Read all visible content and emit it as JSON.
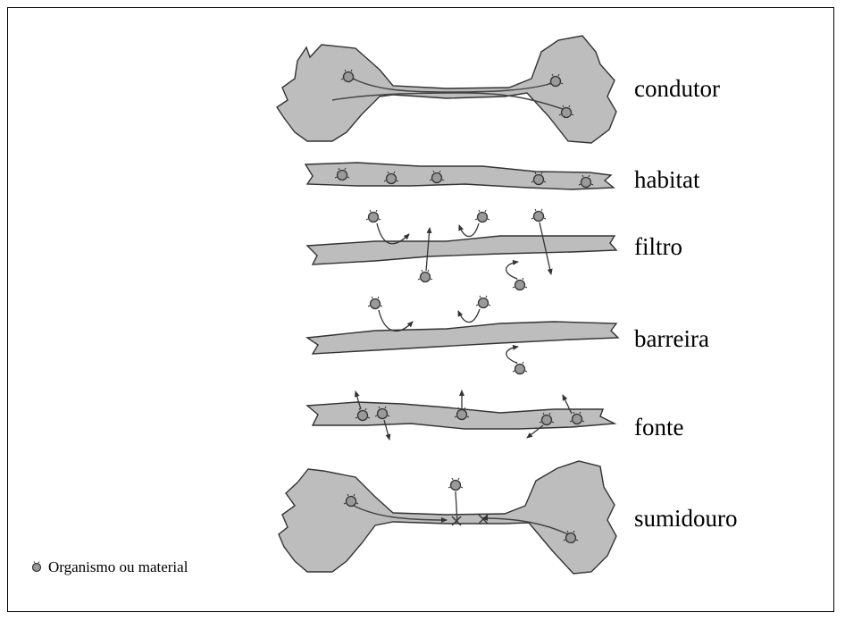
{
  "diagram": {
    "functions": [
      {
        "id": "conductor",
        "label": "condutor"
      },
      {
        "id": "habitat",
        "label": "habitat"
      },
      {
        "id": "filter",
        "label": "filtro"
      },
      {
        "id": "barrier",
        "label": "barreira"
      },
      {
        "id": "source",
        "label": "fonte"
      },
      {
        "id": "sink",
        "label": "sumidouro"
      }
    ],
    "legend": {
      "icon": "organism-icon",
      "label": "Organismo ou material"
    },
    "colors": {
      "corridor_fill": "#bdbdbd",
      "stroke": "#333333",
      "border": "#000000"
    }
  }
}
